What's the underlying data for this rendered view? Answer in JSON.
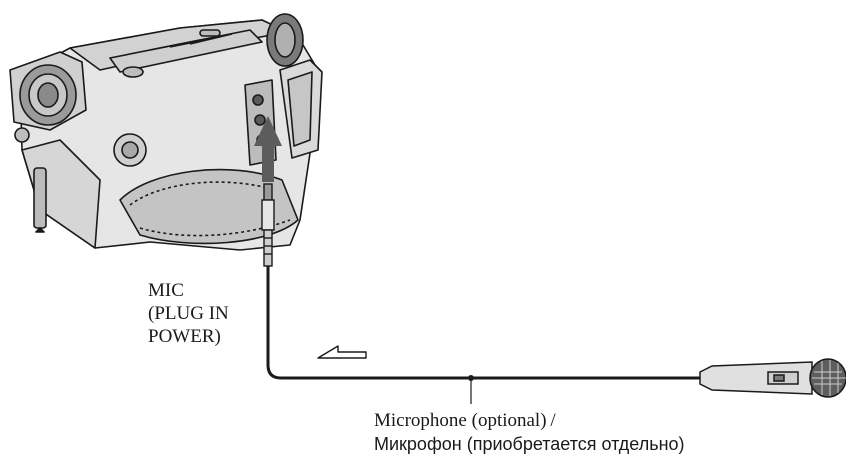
{
  "labels": {
    "mic_jack_line1": "MIC",
    "mic_jack_line2": "(PLUG IN",
    "mic_jack_line3": "POWER)",
    "microphone_en": "Microphone (optional) /",
    "microphone_ru": "Микрофон (приобретается отдельно)"
  },
  "colors": {
    "line": "#1a1a1a",
    "body_light": "#e6e6e6",
    "body_mid": "#c4c4c4",
    "body_dark": "#7a7a7a",
    "arrow": "#5c5c5c"
  },
  "icons": {
    "camcorder": "camcorder-illustration",
    "insert_arrow": "up-arrow-icon",
    "direction_arrow": "left-arrow-outline-icon",
    "microphone": "microphone-illustration"
  }
}
